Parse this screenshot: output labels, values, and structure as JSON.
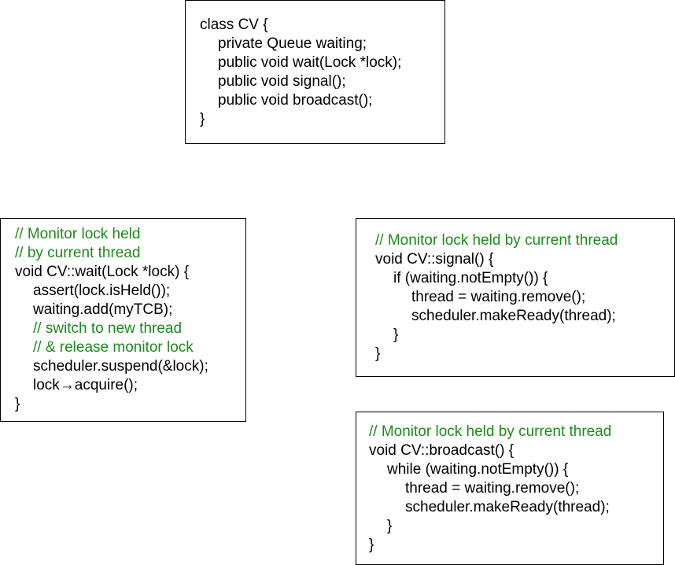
{
  "colors": {
    "comment": "#1e8a1e",
    "code": "#000000",
    "border": "#000000"
  },
  "boxes": [
    {
      "name": "class-cv-box",
      "lines": [
        {
          "text": "class CV {",
          "indent": 0,
          "comment": false
        },
        {
          "text": "private Queue waiting;",
          "indent": 1,
          "comment": false
        },
        {
          "text": "public void wait(Lock *lock);",
          "indent": 1,
          "comment": false
        },
        {
          "text": "public void signal();",
          "indent": 1,
          "comment": false
        },
        {
          "text": "public void broadcast();",
          "indent": 1,
          "comment": false
        },
        {
          "text": "}",
          "indent": 0,
          "comment": false
        }
      ]
    },
    {
      "name": "wait-method-box",
      "lines": [
        {
          "text": "// Monitor lock held",
          "indent": 0,
          "comment": true
        },
        {
          "text": "// by current thread",
          "indent": 0,
          "comment": true
        },
        {
          "text": "void CV::wait(Lock *lock) {",
          "indent": 0,
          "comment": false
        },
        {
          "text": "assert(lock.isHeld());",
          "indent": 1,
          "comment": false
        },
        {
          "text": "waiting.add(myTCB);",
          "indent": 1,
          "comment": false
        },
        {
          "text": "// switch to new thread",
          "indent": 1,
          "comment": true
        },
        {
          "text": "// & release monitor lock",
          "indent": 1,
          "comment": true
        },
        {
          "text": "scheduler.suspend(&lock);",
          "indent": 1,
          "comment": false
        },
        {
          "text": "lock→acquire();",
          "indent": 1,
          "comment": false
        },
        {
          "text": "}",
          "indent": 0,
          "comment": false
        }
      ]
    },
    {
      "name": "signal-method-box",
      "lines": [
        {
          "text": "// Monitor lock held by current thread",
          "indent": 0,
          "comment": true
        },
        {
          "text": "void CV::signal() {",
          "indent": 0,
          "comment": false
        },
        {
          "text": "if (waiting.notEmpty()) {",
          "indent": 1,
          "comment": false
        },
        {
          "text": "thread = waiting.remove();",
          "indent": 2,
          "comment": false
        },
        {
          "text": "scheduler.makeReady(thread);",
          "indent": 2,
          "comment": false
        },
        {
          "text": "}",
          "indent": 1,
          "comment": false
        },
        {
          "text": "}",
          "indent": 0,
          "comment": false
        }
      ]
    },
    {
      "name": "broadcast-method-box",
      "lines": [
        {
          "text": "// Monitor lock held by current thread",
          "indent": 0,
          "comment": true
        },
        {
          "text": "void CV::broadcast() {",
          "indent": 0,
          "comment": false
        },
        {
          "text": "while (waiting.notEmpty()) {",
          "indent": 1,
          "comment": false
        },
        {
          "text": "thread = waiting.remove();",
          "indent": 2,
          "comment": false
        },
        {
          "text": "scheduler.makeReady(thread);",
          "indent": 2,
          "comment": false
        },
        {
          "text": "}",
          "indent": 1,
          "comment": false
        },
        {
          "text": "}",
          "indent": 0,
          "comment": false
        }
      ]
    }
  ]
}
